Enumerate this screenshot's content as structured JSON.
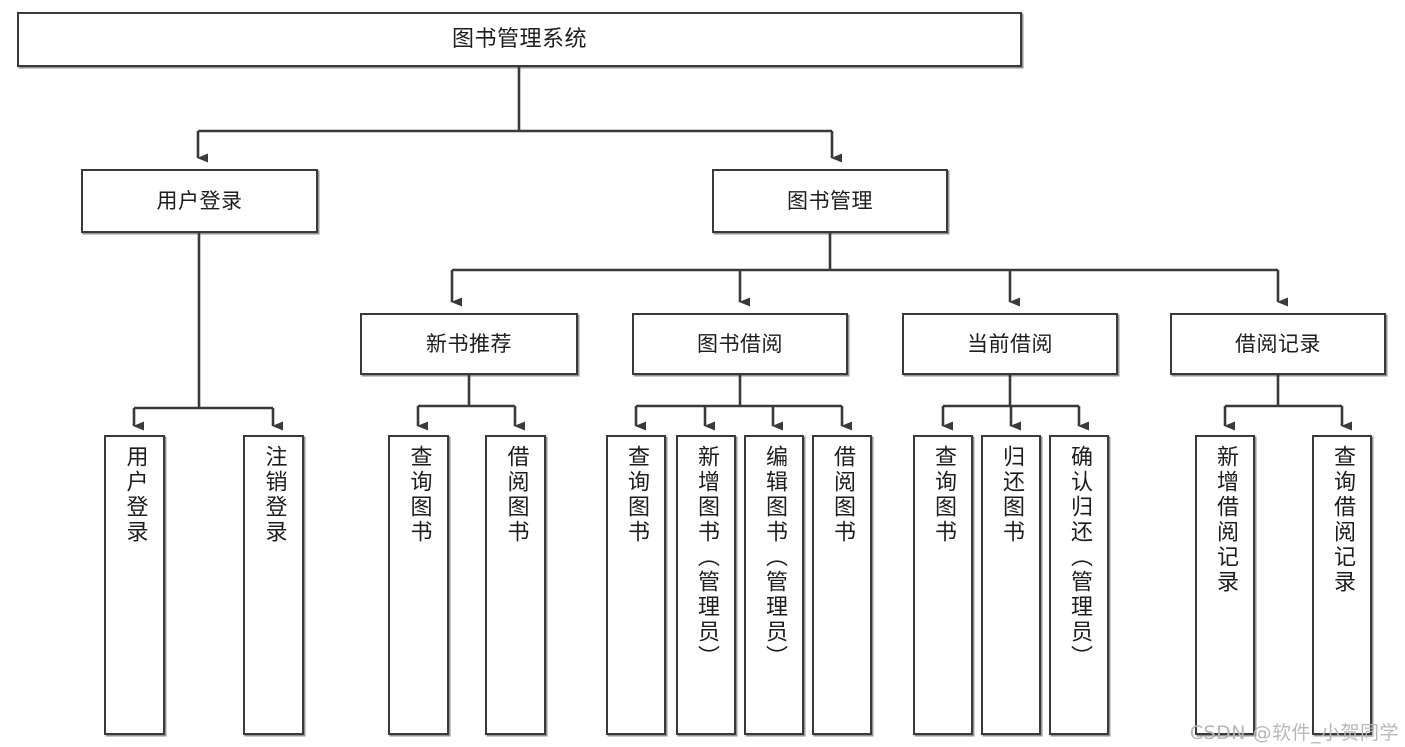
{
  "diagram": {
    "type": "tree",
    "title": "图书管理系统",
    "watermark": "CSDN @软件_小贺同学",
    "colors": {
      "stroke": "#3a3a3a",
      "fill": "#ffffff",
      "text": "#1d1d1d",
      "watermark": "#b8b8b8"
    },
    "nodes": {
      "root": {
        "label": "图书管理系统"
      },
      "level2": [
        {
          "label": "用户登录"
        },
        {
          "label": "图书管理"
        }
      ],
      "level3": [
        {
          "label": "新书推荐"
        },
        {
          "label": "图书借阅"
        },
        {
          "label": "当前借阅"
        },
        {
          "label": "借阅记录"
        }
      ],
      "leaves_user_login": [
        {
          "label": "用户登录"
        },
        {
          "label": "注销登录"
        }
      ],
      "leaves_new_book": [
        {
          "label": "查询图书"
        },
        {
          "label": "借阅图书"
        }
      ],
      "leaves_borrow": [
        {
          "label": "查询图书"
        },
        {
          "label": "新增图书（管理员）"
        },
        {
          "label": "编辑图书（管理员）"
        },
        {
          "label": "借阅图书"
        }
      ],
      "leaves_current": [
        {
          "label": "查询图书"
        },
        {
          "label": "归还图书"
        },
        {
          "label": "确认归还（管理员）"
        }
      ],
      "leaves_record": [
        {
          "label": "新增借阅记录"
        },
        {
          "label": "查询借阅记录"
        }
      ]
    }
  }
}
